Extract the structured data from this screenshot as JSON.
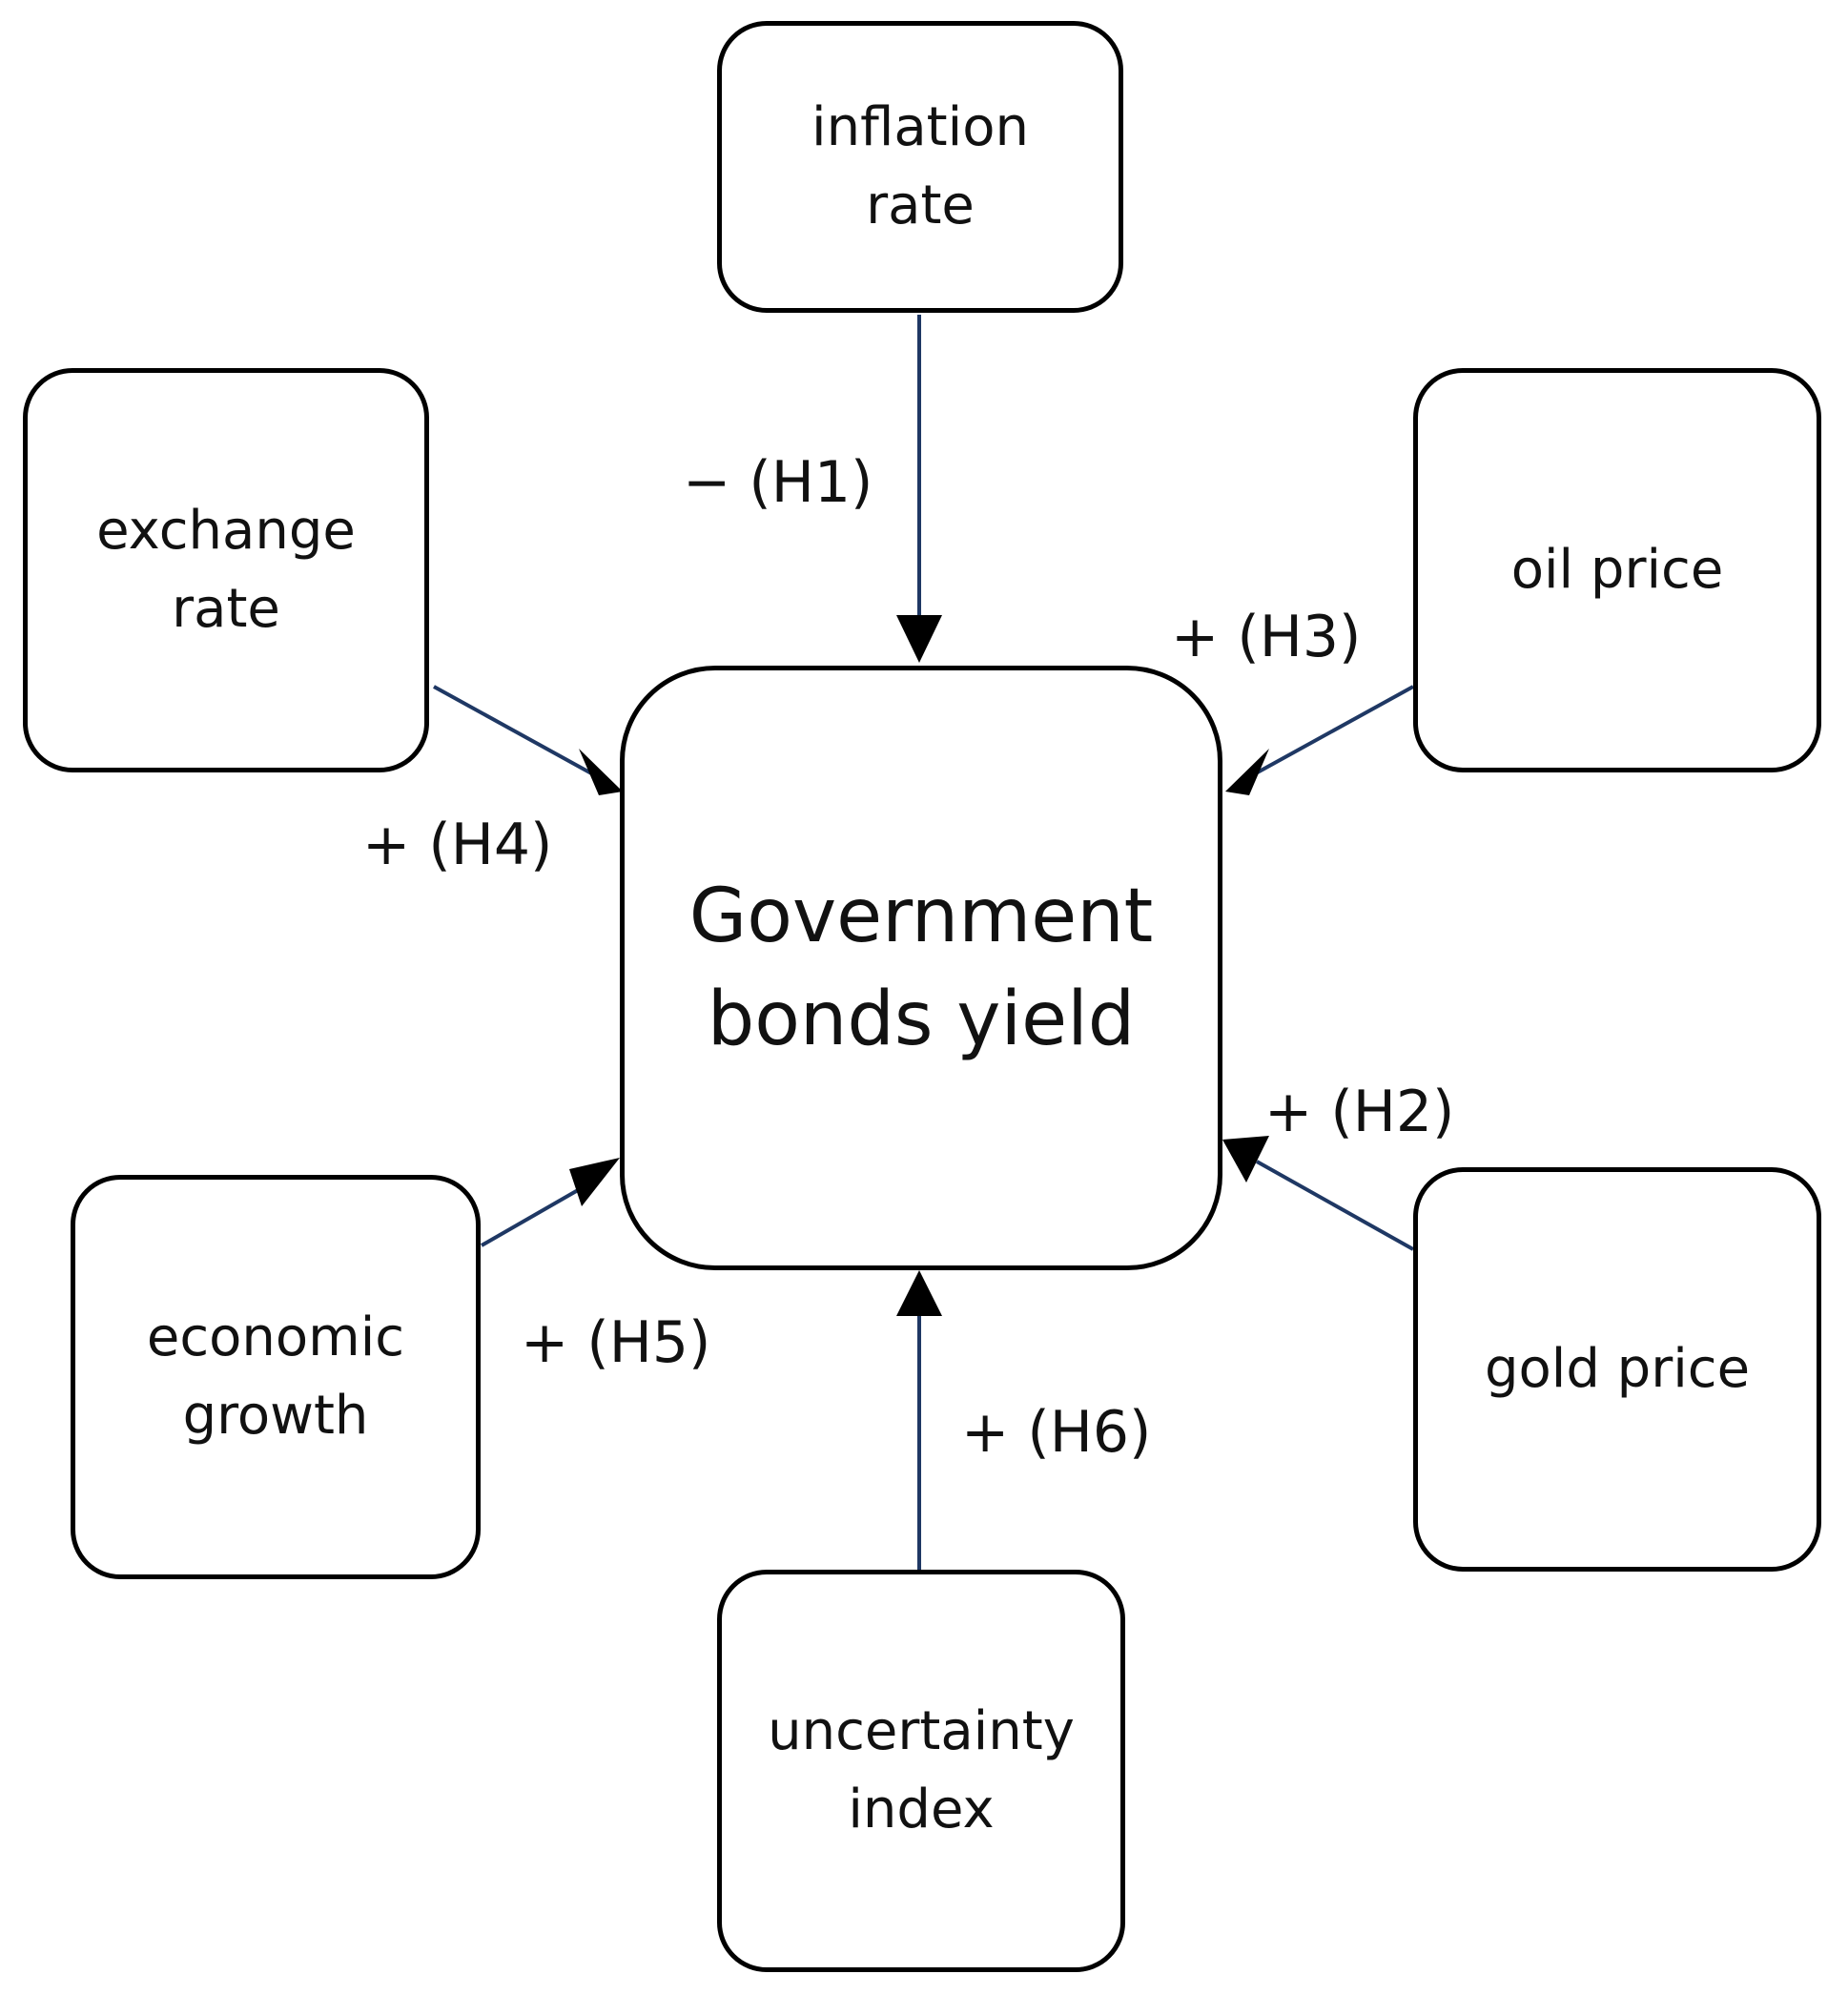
{
  "diagram": {
    "center": {
      "label": "Government\nbonds yield"
    },
    "nodes": {
      "inflation": {
        "label": "inflation\nrate"
      },
      "exchange": {
        "label": "exchange\nrate"
      },
      "oil": {
        "label": "oil price"
      },
      "gold": {
        "label": "gold price"
      },
      "economic": {
        "label": "economic\ngrowth"
      },
      "uncertainty": {
        "label": "uncertainty\nindex"
      }
    },
    "edges": {
      "h1": {
        "from": "inflation rate",
        "to": "Government bonds yield",
        "label": "− (H1)"
      },
      "h2": {
        "from": "gold price",
        "to": "Government bonds yield",
        "label": "+ (H2)"
      },
      "h3": {
        "from": "oil price",
        "to": "Government bonds yield",
        "label": "+ (H3)"
      },
      "h4": {
        "from": "exchange rate",
        "to": "Government bonds yield",
        "label": "+ (H4)"
      },
      "h5": {
        "from": "economic growth",
        "to": "Government bonds yield",
        "label": "+ (H5)"
      },
      "h6": {
        "from": "uncertainty index",
        "to": "Government bonds yield",
        "label": "+ (H6)"
      }
    },
    "colors": {
      "box_border": "#000000",
      "arrow_line": "#1f3864",
      "arrow_head": "#000000"
    }
  }
}
